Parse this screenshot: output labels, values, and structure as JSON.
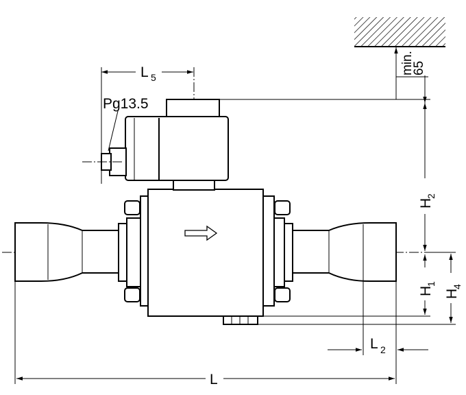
{
  "labels": {
    "pg": "Pg13.5",
    "l5": "L",
    "l5_sub": "5",
    "min": "min.",
    "min_val": "65",
    "h2": "H",
    "h2_sub": "2",
    "h1": "H",
    "h1_sub": "1",
    "h4": "H",
    "h4_sub": "4",
    "l2": "L",
    "l2_sub": "2",
    "l": "L"
  }
}
